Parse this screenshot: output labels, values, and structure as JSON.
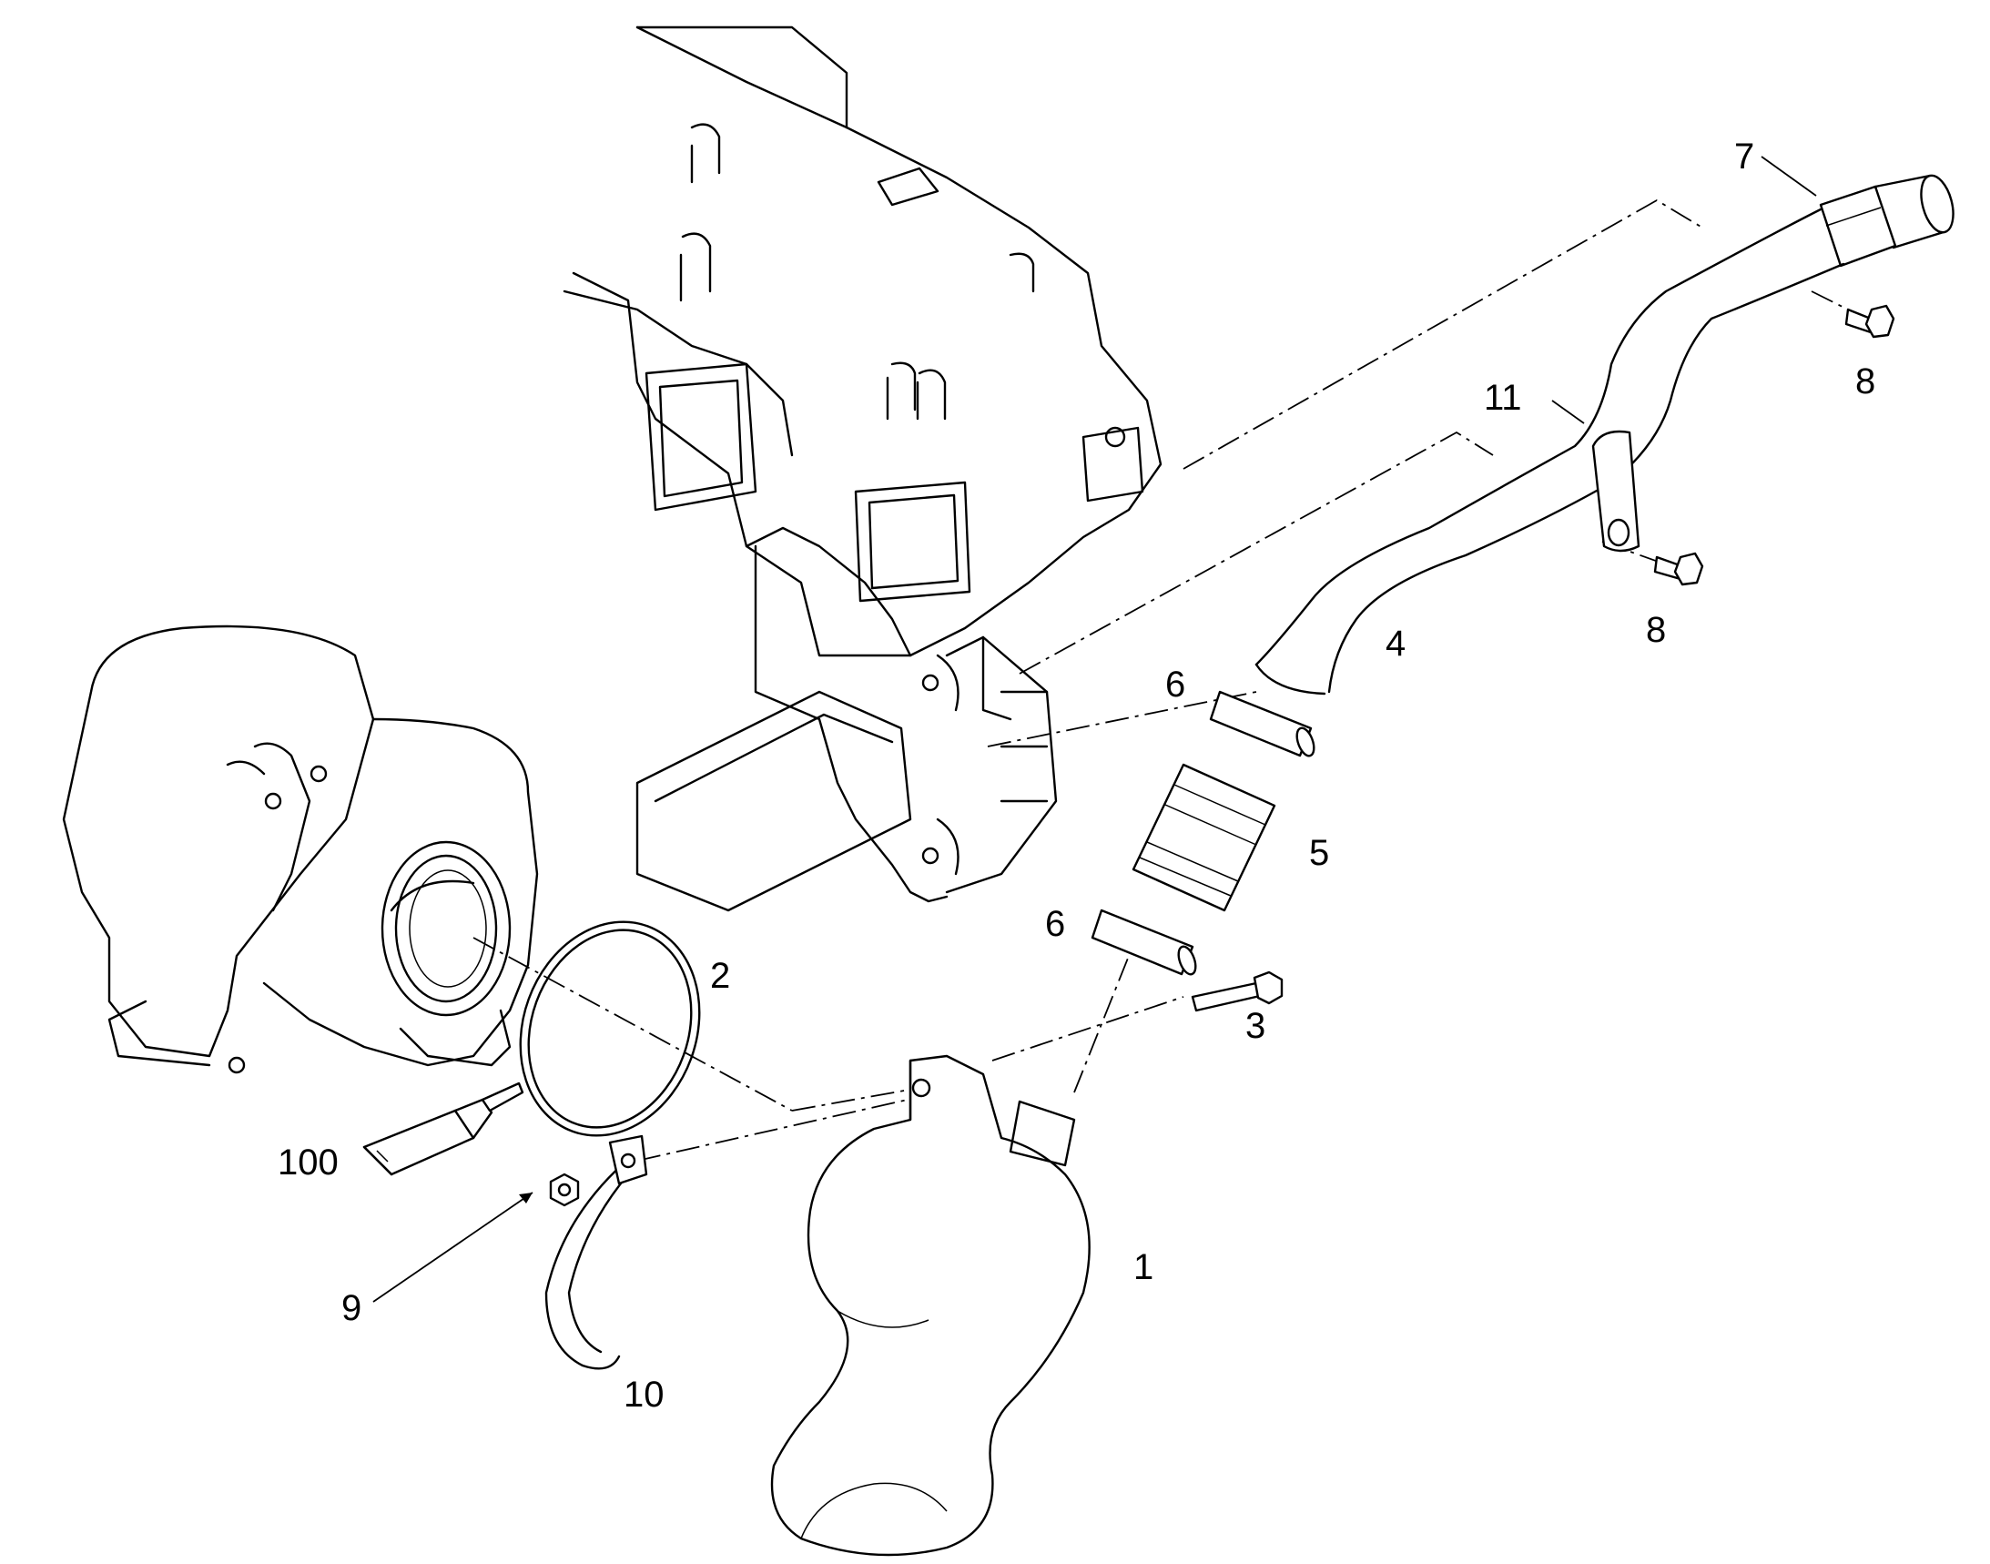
{
  "callouts": {
    "c1": "1",
    "c2": "2",
    "c3": "3",
    "c4": "4",
    "c5": "5",
    "c6a": "6",
    "c6b": "6",
    "c7": "7",
    "c8a": "8",
    "c8b": "8",
    "c9": "9",
    "c10": "10",
    "c11": "11",
    "c100": "100"
  }
}
